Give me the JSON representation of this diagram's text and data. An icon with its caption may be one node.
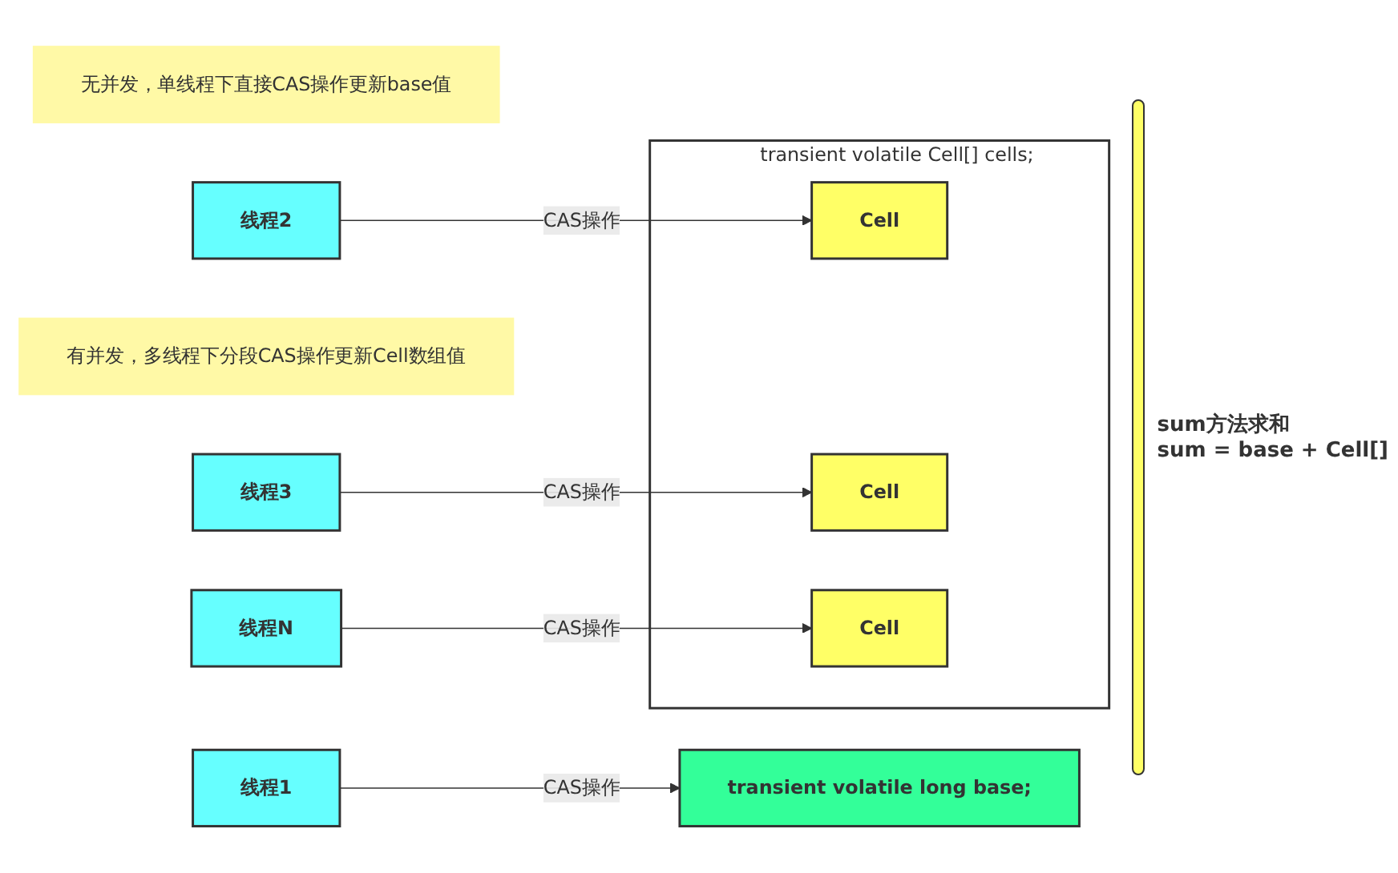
{
  "diagram": {
    "nodes": [
      {
        "text": [
          "无并发，单线程下直接CAS操作更新base值"
        ]
      },
      {
        "text": [
          "线程1"
        ]
      },
      {
        "text": [
          "transient volatile long base;"
        ]
      },
      {
        "text": [
          "有并发，多线程下分段CAS操作更新Cell数组值"
        ]
      },
      {
        "text": [
          "transient volatile Cell[] cells;"
        ]
      },
      {
        "text": [
          "Cell"
        ],
        "in": 4
      },
      {
        "text": [
          "Cell"
        ],
        "in": 4
      },
      {
        "text": [
          "Cell"
        ],
        "in": 4
      },
      {
        "text": [
          "线程2"
        ]
      },
      {
        "text": [
          "线程3"
        ]
      },
      {
        "text": [
          "线程N"
        ]
      }
    ],
    "edges": [
      {
        "from": 1,
        "to": 2,
        "arrow": "to",
        "label": "CAS操作"
      },
      {
        "from": 8,
        "to": 5,
        "arrow": "to",
        "label": "CAS操作"
      },
      {
        "from": 9,
        "to": 6,
        "arrow": "to",
        "label": "CAS操作"
      },
      {
        "from": 10,
        "to": 7,
        "arrow": "to",
        "label": "CAS操作"
      }
    ],
    "labels": [
      "sum方法求和",
      "sum = base + Cell[]"
    ]
  }
}
